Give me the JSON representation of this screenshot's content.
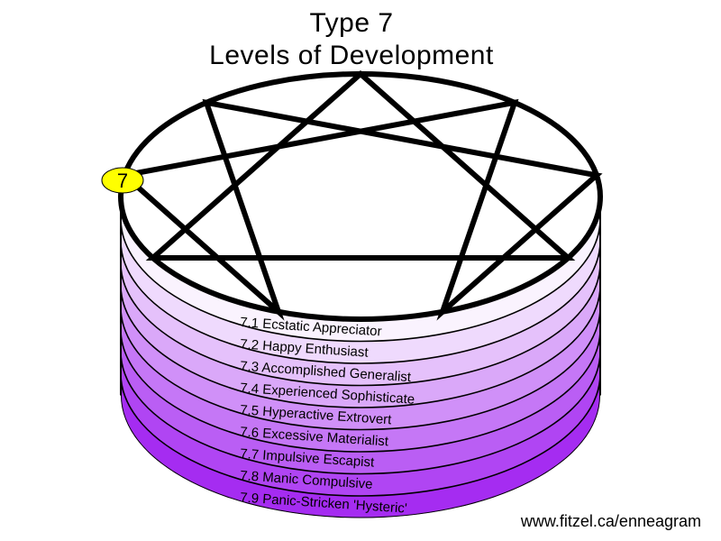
{
  "title": [
    "Type 7",
    "Levels of Development"
  ],
  "point_badge": {
    "label": "7",
    "color": "#ffff00"
  },
  "colors": {
    "top_band": "#ffffff",
    "bottom_band": "#a020f0",
    "rings": "#000000"
  },
  "levels": [
    {
      "label": "7.1 Ecstatic Appreciator"
    },
    {
      "label": "7.2 Happy Enthusiast"
    },
    {
      "label": "7.3 Accomplished Generalist"
    },
    {
      "label": "7.4 Experienced Sophisticate"
    },
    {
      "label": "7.5 Hyperactive Extrovert"
    },
    {
      "label": "7.6 Excessive Materialist"
    },
    {
      "label": "7.7 Impulsive Escapist"
    },
    {
      "label": "7.8 Manic Compulsive"
    },
    {
      "label": "7.9 Panic-Stricken 'Hysteric'"
    }
  ],
  "footer": {
    "url": "www.fitzel.ca/enneagram"
  }
}
